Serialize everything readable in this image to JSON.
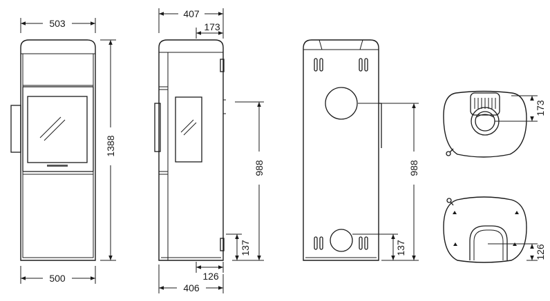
{
  "dimensions": {
    "front_top_width": "503",
    "front_bottom_width": "500",
    "front_height": "1388",
    "side_top_depth": "407",
    "side_top_offset": "173",
    "side_outlet_height": "988",
    "side_inlet_height": "137",
    "side_bottom_offset": "126",
    "side_bottom_depth": "406",
    "rear_outlet_height": "988",
    "rear_inlet_height": "137",
    "top_view_offset": "173",
    "bottom_view_offset": "126"
  },
  "colors": {
    "line": "#1a1a1a",
    "background": "#ffffff",
    "trim": "#555555"
  }
}
